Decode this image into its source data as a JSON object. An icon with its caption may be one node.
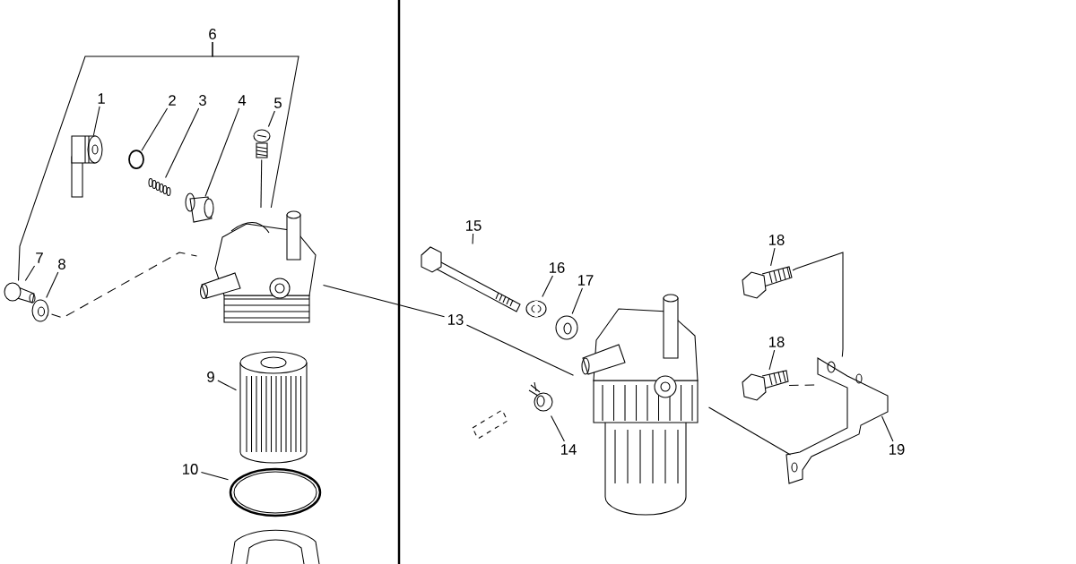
{
  "diagram": {
    "nodes": [
      {
        "text": [
          "6"
        ]
      },
      {
        "text": [
          "1"
        ]
      },
      {
        "text": [
          "2"
        ]
      },
      {
        "text": [
          "3"
        ]
      },
      {
        "text": [
          "4"
        ]
      },
      {
        "text": [
          "5"
        ]
      },
      {
        "text": [
          "7"
        ]
      },
      {
        "text": [
          "8"
        ]
      },
      {
        "text": [
          "9"
        ]
      },
      {
        "text": [
          "10"
        ]
      },
      {
        "text": [
          "15"
        ]
      },
      {
        "text": [
          "16"
        ]
      },
      {
        "text": [
          "17"
        ]
      },
      {
        "text": [
          "13"
        ]
      },
      {
        "text": [
          "18"
        ]
      },
      {
        "text": [
          "18"
        ]
      },
      {
        "text": [
          "14"
        ]
      },
      {
        "text": [
          "19"
        ]
      },
      {
        "text": [],
        "shape": "picture"
      },
      {
        "text": [],
        "shape": "circle"
      },
      {
        "text": [],
        "shape": "picture"
      },
      {
        "text": [],
        "shape": "picture"
      },
      {
        "text": [],
        "shape": "picture"
      },
      {
        "text": [],
        "shape": "picture"
      },
      {
        "text": [],
        "shape": "picture"
      },
      {
        "text": [],
        "shape": "picture"
      },
      {
        "text": [],
        "shape": "picture"
      },
      {
        "text": [],
        "shape": "picture"
      },
      {
        "text": [],
        "shape": "picture"
      },
      {
        "text": [],
        "shape": "picture"
      },
      {
        "text": [],
        "shape": "picture"
      },
      {
        "text": [],
        "shape": "picture"
      },
      {
        "text": [],
        "shape": "picture"
      },
      {
        "text": [],
        "shape": "picture"
      },
      {
        "text": [],
        "shape": "picture"
      },
      {
        "text": [],
        "shape": "picture"
      }
    ],
    "edges": [
      {
        "from": 1,
        "to": 18,
        "arrow": "none"
      },
      {
        "from": 2,
        "to": 19,
        "arrow": "none"
      },
      {
        "from": 3,
        "to": 20,
        "arrow": "none"
      },
      {
        "from": 4,
        "to": 21,
        "arrow": "none"
      },
      {
        "from": 5,
        "to": 22,
        "arrow": "none"
      },
      {
        "from": 0,
        "to": 23,
        "arrow": "none"
      },
      {
        "from": 0,
        "to": 24,
        "arrow": "none"
      },
      {
        "from": 6,
        "to": 24,
        "arrow": "none"
      },
      {
        "from": 7,
        "to": 25,
        "arrow": "none"
      },
      {
        "from": 25,
        "to": 23,
        "arrow": "none",
        "style": "dashed"
      },
      {
        "from": 22,
        "to": 23,
        "arrow": "none"
      },
      {
        "from": 8,
        "to": 26,
        "arrow": "none"
      },
      {
        "from": 9,
        "to": 27,
        "arrow": "none"
      },
      {
        "from": 10,
        "to": 28,
        "arrow": "none"
      },
      {
        "from": 11,
        "to": 29,
        "arrow": "none"
      },
      {
        "from": 12,
        "to": 30,
        "arrow": "none"
      },
      {
        "from": 13,
        "to": 23,
        "arrow": "none"
      },
      {
        "from": 13,
        "to": 31,
        "arrow": "none"
      },
      {
        "from": 14,
        "to": 32,
        "arrow": "none"
      },
      {
        "from": 15,
        "to": 33,
        "arrow": "none"
      },
      {
        "from": 16,
        "to": 34,
        "arrow": "none"
      },
      {
        "from": 17,
        "to": 35,
        "arrow": "none"
      },
      {
        "from": 31,
        "to": 35,
        "arrow": "none"
      },
      {
        "from": 32,
        "to": 35,
        "arrow": "none"
      },
      {
        "from": 33,
        "to": 35,
        "arrow": "none",
        "style": "dashed"
      }
    ]
  }
}
